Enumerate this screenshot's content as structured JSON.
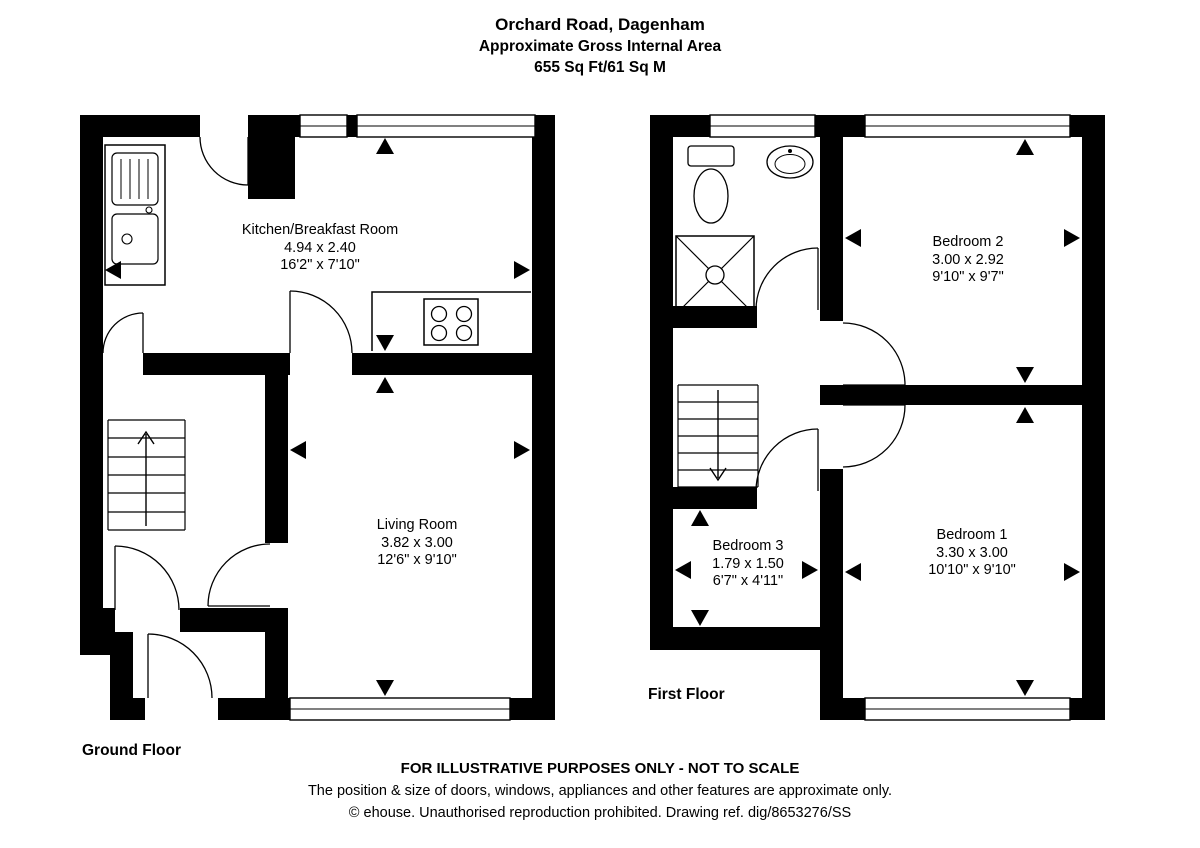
{
  "header": {
    "title": "Orchard Road, Dagenham",
    "subtitle": "Approximate Gross Internal Area",
    "area": "655 Sq Ft/61 Sq M"
  },
  "ground_floor": {
    "label": "Ground Floor",
    "kitchen": {
      "name": "Kitchen/Breakfast Room",
      "metric": "4.94 x 2.40",
      "imperial": "16'2\" x 7'10\""
    },
    "living": {
      "name": "Living Room",
      "metric": "3.82 x 3.00",
      "imperial": "12'6\" x 9'10\""
    }
  },
  "first_floor": {
    "label": "First Floor",
    "bedroom2": {
      "name": "Bedroom 2",
      "metric": "3.00 x 2.92",
      "imperial": "9'10\" x 9'7\""
    },
    "bedroom3": {
      "name": "Bedroom 3",
      "metric": "1.79 x 1.50",
      "imperial": "6'7\" x 4'11\""
    },
    "bedroom1": {
      "name": "Bedroom 1",
      "metric": "3.30 x 3.00",
      "imperial": "10'10\" x 9'10\""
    }
  },
  "footer": {
    "disclaimer": "FOR ILLUSTRATIVE PURPOSES ONLY - NOT TO SCALE",
    "note": "The position & size of doors, windows, appliances and other features are approximate only.",
    "copyright": "© ehouse. Unauthorised reproduction prohibited. Drawing ref. dig/8653276/SS"
  }
}
